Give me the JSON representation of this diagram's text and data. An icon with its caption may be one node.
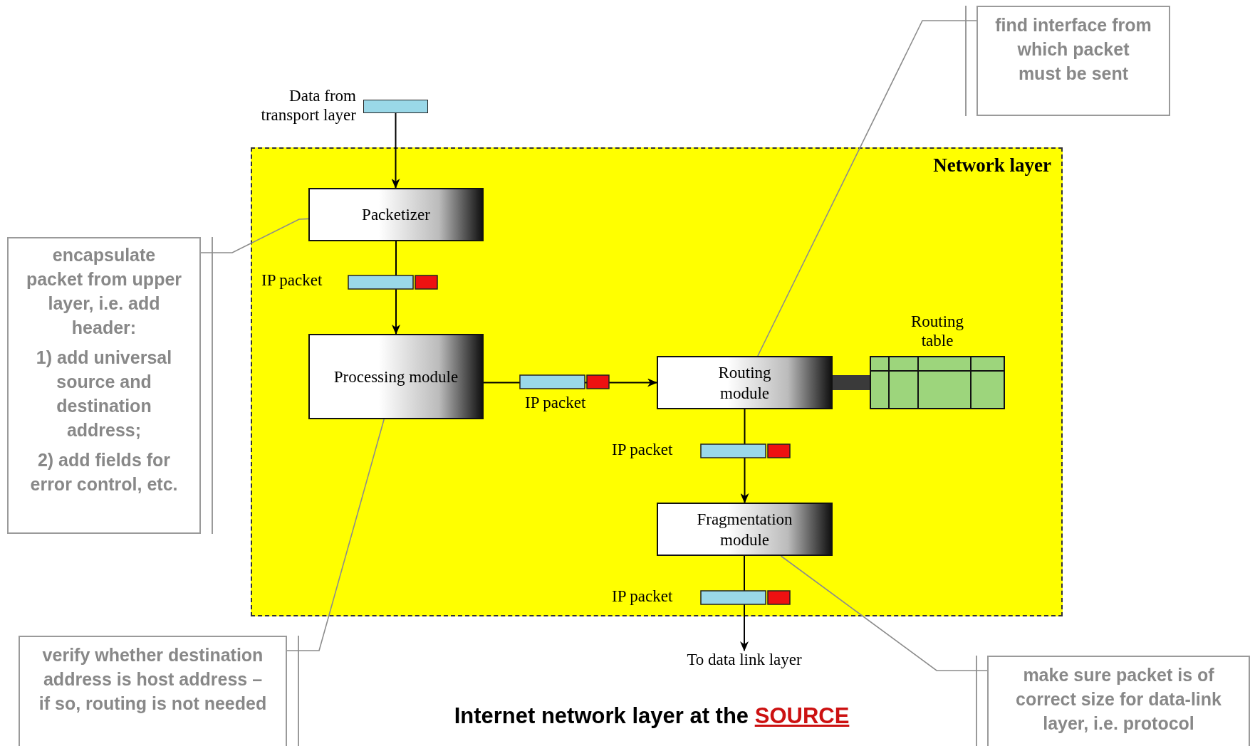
{
  "diagram": {
    "title": "Internet network layer at the **SOURCE**",
    "nodes": [
      {
        "text": [],
        "shape": "bar",
        "beside": [
          "Data from transport layer"
        ]
      },
      {
        "text": [
          "Network layer"
        ]
      },
      {
        "text": [
          "Packetizer"
        ],
        "in": 1
      },
      {
        "text": [
          "Processing module"
        ],
        "in": 1
      },
      {
        "text": [
          "Routing module"
        ],
        "in": 1
      },
      {
        "text": [
          "Routing table"
        ],
        "in": 1
      },
      {
        "text": [
          "Fragmentation module"
        ],
        "in": 1
      },
      {
        "text": [
          "To data link layer"
        ]
      },
      {
        "text": [
          "encapsulate packet from upper layer, i.e. add header:",
          "1) add universal source and destination address;",
          "2) add fields for error control, etc."
        ]
      },
      {
        "text": [
          "verify whether destination address is host address – if so, routing is not needed"
        ]
      },
      {
        "text": [
          "find interface from which packet must be sent"
        ]
      },
      {
        "text": [
          "make sure packet is of correct size for data-link layer, i.e. protocol"
        ]
      }
    ],
    "edges": [
      {
        "from": 0,
        "to": 2,
        "arrow": "to"
      },
      {
        "from": 2,
        "to": 3,
        "arrow": "to",
        "label": "IP packet"
      },
      {
        "from": 3,
        "to": 4,
        "arrow": "to",
        "label": "IP packet"
      },
      {
        "from": 4,
        "to": 5,
        "arrow": "none",
        "style": "thick",
        "color": "#3a3a3a"
      },
      {
        "from": 4,
        "to": 6,
        "arrow": "to",
        "label": "IP packet"
      },
      {
        "from": 6,
        "to": 7,
        "arrow": "to",
        "label": "IP packet"
      },
      {
        "from": 8,
        "to": 2,
        "arrow": "none",
        "color": "#8c8c8c"
      },
      {
        "from": 9,
        "to": 3,
        "arrow": "none",
        "color": "#8c8c8c"
      },
      {
        "from": 10,
        "to": 4,
        "arrow": "none",
        "color": "#8c8c8c"
      },
      {
        "from": 11,
        "to": 6,
        "arrow": "none",
        "color": "#8c8c8c"
      }
    ]
  }
}
